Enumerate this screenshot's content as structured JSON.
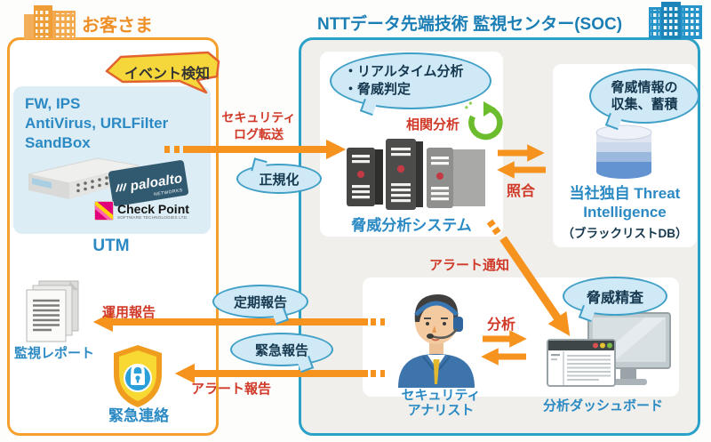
{
  "colors": {
    "customer_border": "#f5a02c",
    "soc_border": "#2aa2c8",
    "arrow_orange": "#f6921e",
    "label_blue": "#2b8ac4",
    "soc_title_blue": "#1b7fb6",
    "customer_title_orange": "#ee8f28",
    "red_text": "#d03827",
    "bubble_fill": "#cfe9f7",
    "bubble_border": "#3f9fc6",
    "event_bubble_fill": "#f6d73b",
    "event_bubble_border": "#e2632f"
  },
  "customer": {
    "title": "お客さま",
    "event_bubble": "イベント検知",
    "fw_line1": "FW, IPS",
    "fw_line2": "AntiVirus, URLFilter",
    "fw_line3": "SandBox",
    "vendor1": "paloalto",
    "vendor1_sub": "NETWORKS",
    "vendor2": "Check Point",
    "vendor2_sub": "SOFTWARE TECHNOLOGIES LTD.",
    "utm_label": "UTM",
    "report_label": "監視レポート",
    "emergency_label": "緊急連絡"
  },
  "soc": {
    "title": "NTTデータ先端技術 監視センター(SOC)",
    "analysis_bubble_line1": "・リアルタイム分析",
    "analysis_bubble_line2": "・脅威判定",
    "correlation_label": "相関分析",
    "system_label": "脅威分析システム",
    "matching_label": "照合",
    "db_bubble_line1": "脅威情報の",
    "db_bubble_line2": "収集、蓄積",
    "db_label_line1": "当社独自 Threat",
    "db_label_line2": "Intelligence",
    "db_sublabel": "（ブラックリストDB）",
    "alert_notify_label": "アラート通知",
    "review_bubble": "脅威精査",
    "analyst_line1": "セキュリティ",
    "analyst_line2": "アナリスト",
    "analysis_label": "分析",
    "dashboard_label": "分析ダッシュボード"
  },
  "flows": {
    "log_transfer_line1": "セキュリティ",
    "log_transfer_line2": "ログ転送",
    "normalize_bubble": "正規化",
    "operation_report": "運用報告",
    "periodic_report": "定期報告",
    "urgent_report": "緊急報告",
    "alert_report": "アラート報告"
  }
}
